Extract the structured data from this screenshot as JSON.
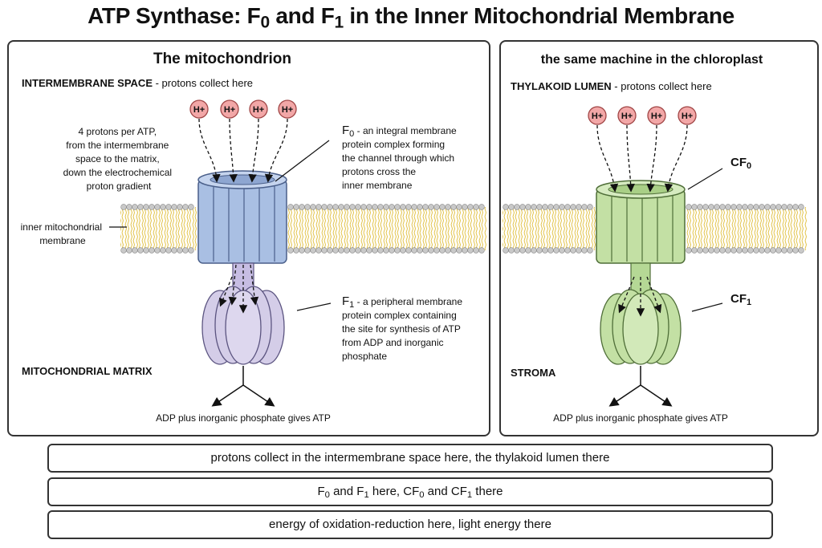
{
  "title": {
    "pre": "ATP Synthase: F",
    "s1": "0",
    "mid": " and F",
    "s2": "1",
    "post": " in the Inner Mitochondrial Membrane"
  },
  "left": {
    "heading": "The mitochondrion",
    "top_region_bold": "INTERMEMBRANE SPACE",
    "top_region_rest": " - protons collect here",
    "proton_label": "H+",
    "protons_note": [
      "4 protons per ATP,",
      "from the intermembrane",
      "space to the matrix,",
      "down the electrochemical",
      "proton gradient"
    ],
    "membrane_label": [
      "inner mitochondrial",
      "membrane"
    ],
    "f0_label": {
      "name": "F",
      "sub": "0",
      "lines": [
        " - an integral membrane",
        "protein complex forming",
        "the channel through which",
        "protons cross the",
        "inner membrane"
      ]
    },
    "f1_label": {
      "name": "F",
      "sub": "1",
      "lines": [
        " - a peripheral membrane",
        "protein complex containing",
        "the site for synthesis of ATP",
        "from ADP and inorganic",
        "phosphate"
      ]
    },
    "bottom_region": "MITOCHONDRIAL MATRIX",
    "reaction": "ADP plus inorganic phosphate gives ATP"
  },
  "right": {
    "heading": "the same machine in the chloroplast",
    "top_region_bold": "THYLAKOID LUMEN",
    "top_region_rest": " - protons collect here",
    "proton_label": "H+",
    "cf0_label": {
      "name": "CF",
      "sub": "0"
    },
    "cf1_label": {
      "name": "CF",
      "sub": "1"
    },
    "bottom_region": "STROMA",
    "reaction": "ADP plus inorganic phosphate gives ATP"
  },
  "comparisons": {
    "row1": "protons collect in the intermembrane space here, the thylakoid lumen there",
    "row2": {
      "a": "F",
      "a_sub": "0",
      "b": " and F",
      "b_sub": "1",
      "c": " here, CF",
      "c_sub": "0",
      "d": " and CF",
      "d_sub": "1",
      "e": " there"
    },
    "row3": "energy of oxidation-reduction here, light energy there"
  },
  "colors": {
    "f0_fill": "#a9bfe3",
    "f0_stroke": "#4a5f8a",
    "f1_fill": "#d4cde8",
    "f1_stroke": "#5b5480",
    "cf_fill": "#c3e0a4",
    "cf_stroke": "#4f6e38",
    "proton_fill": "#f2a7a7",
    "proton_stroke": "#a04545",
    "lipid_head": "#c9c9c9",
    "lipid_tail": "#e2c34a"
  }
}
